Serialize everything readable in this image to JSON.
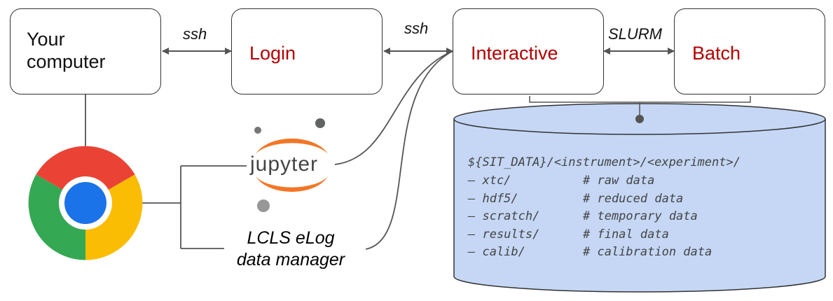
{
  "nodes": {
    "your_computer": "Your\ncomputer",
    "login": "Login",
    "interactive": "Interactive",
    "batch": "Batch"
  },
  "edges": {
    "ssh_1": "ssh",
    "ssh_2": "ssh",
    "slurm": "SLURM"
  },
  "jupyter": {
    "label": "jupyter",
    "icon": "jupyter-logo-icon"
  },
  "browser": {
    "icon": "chrome-logo-icon"
  },
  "elog": {
    "line1": "LCLS eLog",
    "line2": "data manager"
  },
  "storage": {
    "root": "${SIT_DATA}/<instrument>/<experiment>/",
    "entries": [
      {
        "path": "– xtc/",
        "comment": "# raw data"
      },
      {
        "path": "– hdf5/",
        "comment": "# reduced data"
      },
      {
        "path": "– scratch/",
        "comment": "# temporary data"
      },
      {
        "path": "– results/",
        "comment": "# final data"
      },
      {
        "path": "– calib/",
        "comment": "# calibration data"
      }
    ]
  },
  "colors": {
    "label_red": "#b30000",
    "cylinder_fill": "#c5d7f5",
    "chrome_red": "#ea4335",
    "chrome_yellow": "#fbbc04",
    "chrome_green": "#34a853",
    "chrome_blue": "#1a73e8",
    "jupyter_orange": "#f37626"
  }
}
